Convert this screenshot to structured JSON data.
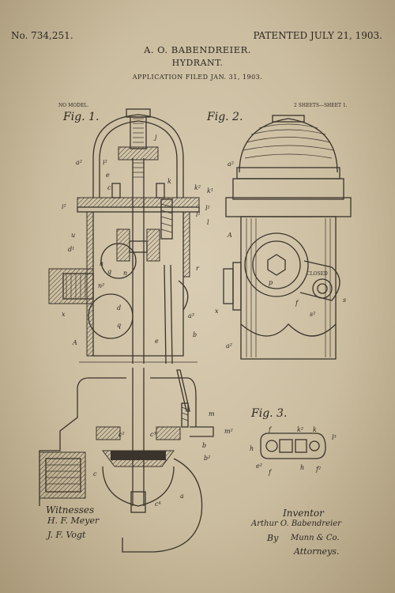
{
  "header": {
    "patent_number": "No. 734,251.",
    "patent_date": "PATENTED JULY 21, 1903.",
    "inventor": "A. O. BABENDREIER.",
    "title": "HYDRANT.",
    "filing": "APPLICATION FILED JAN. 31, 1903.",
    "model_note": "NO MODEL.",
    "sheet_note": "2 SHEETS—SHEET 1."
  },
  "figures": {
    "fig1": "Fig. 1.",
    "fig2": "Fig. 2.",
    "fig3": "Fig. 3."
  },
  "fig2_plate": "CLOSED",
  "signatures": {
    "witnesses_label": "Witnesses",
    "witness_1": "H. F. Meyer",
    "witness_2": "J. F. Vogt",
    "inventor_label": "Inventor",
    "inventor_name": "Arthur O. Babendreier",
    "by_label": "By",
    "attorney_name": "Munn & Co.",
    "attorneys_label": "Attorneys."
  },
  "letters": {
    "fig1": [
      "j",
      "a²",
      "i²",
      "e",
      "c",
      "k",
      "k²",
      "k¹",
      "i²",
      "l²",
      "l",
      "l¹",
      "u",
      "d¹",
      "g",
      "h",
      "n",
      "n²",
      "d",
      "q",
      "a³",
      "r",
      "x",
      "A",
      "e",
      "b"
    ],
    "fig1_lower": [
      "m",
      "m²",
      "c²",
      "c³",
      "b",
      "b²",
      "c",
      "a",
      "c⁴"
    ],
    "fig2": [
      "a²",
      "A",
      "p",
      "f",
      "s",
      "s²",
      "x",
      "a²"
    ],
    "fig3": [
      "f",
      "k²",
      "k",
      "l³",
      "h",
      "e²",
      "f",
      "h",
      "f²"
    ]
  }
}
